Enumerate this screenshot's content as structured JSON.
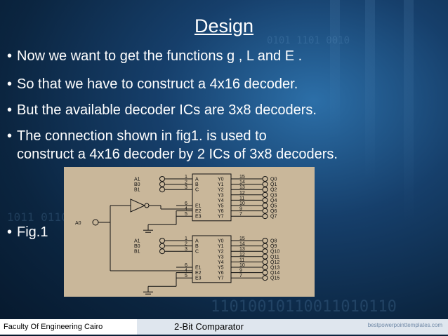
{
  "slide": {
    "title": "Design",
    "bullets": [
      [
        "Now we want to get the functions g , L and E ."
      ],
      [
        "So that we have to construct a 4x16 decoder."
      ],
      [
        "But the available decoder ICs are 3x8 decoders."
      ],
      [
        "The connection shown in fig1. is used to",
        "construct a 4x16 decoder by 2 ICs of 3x8 decoders."
      ]
    ],
    "fig_label": "Fig.1",
    "bullet_glyph": "•"
  },
  "figure": {
    "ic1": {
      "inputs": [
        "A1",
        "B0",
        "B1"
      ],
      "input_pins": [
        "1",
        "2",
        "3"
      ],
      "input_labels": [
        "A",
        "B",
        "C"
      ],
      "enable_pins": [
        "6",
        "4",
        "5"
      ],
      "enable_labels": [
        "E1",
        "E2",
        "E3"
      ],
      "output_labels": [
        "Y0",
        "Y1",
        "Y2",
        "Y3",
        "Y4",
        "Y5",
        "Y6",
        "Y7"
      ],
      "output_pins": [
        "15",
        "14",
        "13",
        "12",
        "11",
        "10",
        "9",
        "7"
      ],
      "outputs": [
        "Q0",
        "Q1",
        "Q2",
        "Q3",
        "Q4",
        "Q5",
        "Q6",
        "Q7"
      ]
    },
    "ic2": {
      "inputs": [
        "A1",
        "B0",
        "B1"
      ],
      "input_pins": [
        "1",
        "2",
        "3"
      ],
      "input_labels": [
        "A",
        "B",
        "C"
      ],
      "enable_pins": [
        "6",
        "4",
        "5"
      ],
      "enable_labels": [
        "E1",
        "E2",
        "E3"
      ],
      "output_labels": [
        "Y0",
        "Y1",
        "Y2",
        "Y3",
        "Y4",
        "Y5",
        "Y6",
        "Y7"
      ],
      "output_pins": [
        "15",
        "14",
        "13",
        "12",
        "11",
        "10",
        "9",
        "7"
      ],
      "outputs": [
        "Q8",
        "Q9",
        "Q10",
        "Q11",
        "Q12",
        "Q13",
        "Q14",
        "Q15"
      ]
    },
    "a0_label": "A0"
  },
  "footer": {
    "left": "Faculty Of Engineering Cairo University",
    "center": "2-Bit Comparator",
    "right": "bestpowerpointtemplates.com"
  },
  "colors": {
    "background": "#163f6b",
    "figure_bg": "#c9b79a",
    "wire": "#222222"
  }
}
